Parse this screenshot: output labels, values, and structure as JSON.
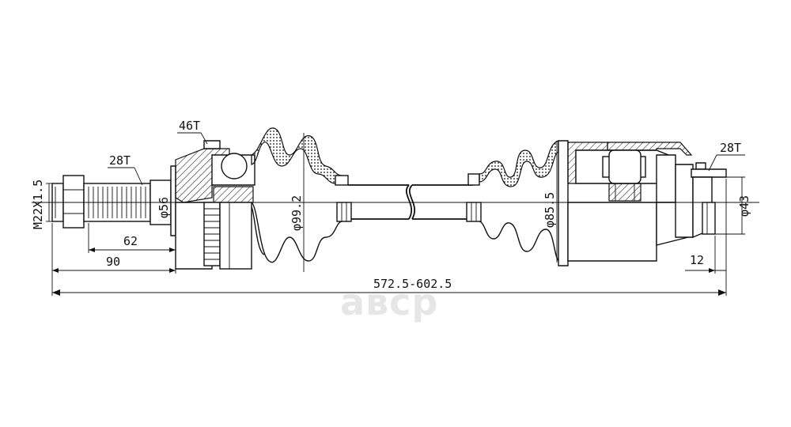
{
  "labels": {
    "thread": "M22X1.5",
    "spline_outer_left": "28T",
    "abs_ring": "46T",
    "spline_inner_right": "28T",
    "dia_left_seal": "φ56",
    "dia_left_boot": "φ99.2",
    "dia_right_boot": "φ85.5",
    "dia_right_stub": "φ43",
    "len_62": "62",
    "len_90": "90",
    "len_12": "12",
    "total_length": "572.5-602.5"
  },
  "watermark": "авср"
}
